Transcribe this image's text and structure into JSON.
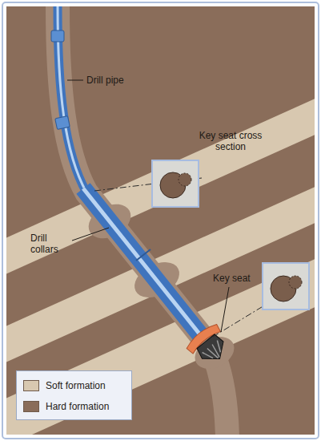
{
  "diagram": {
    "labels": [
      "Drill pipe",
      "Key seat cross section",
      "Drill collars",
      "Key seat"
    ],
    "legend": [
      {
        "text": "Soft formation",
        "color": "#d8c8b0"
      },
      {
        "text": "Hard formation",
        "color": "#8a6d5a"
      }
    ]
  }
}
